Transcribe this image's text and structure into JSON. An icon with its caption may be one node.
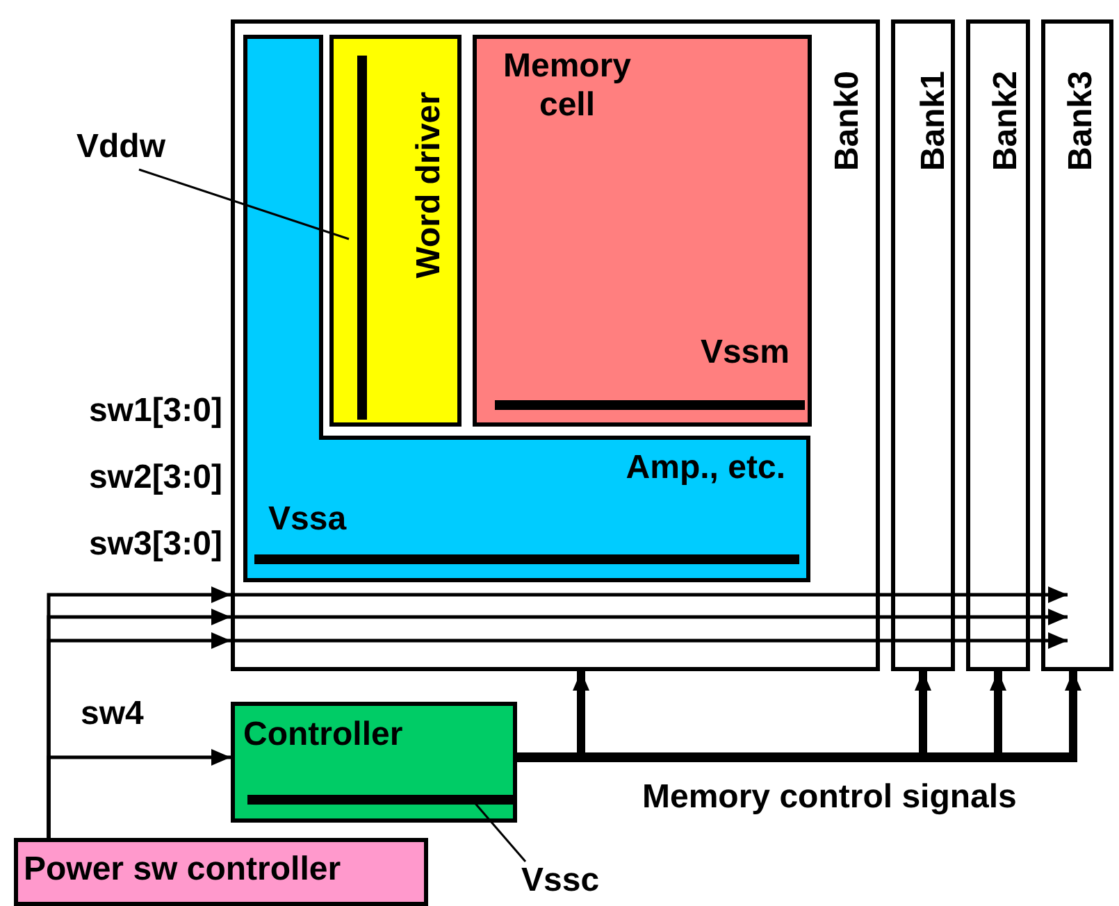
{
  "diagram": {
    "nodes": [
      {
        "text": [
          "Bank0"
        ]
      },
      {
        "text": [
          "Amp., etc.",
          "Vssa"
        ],
        "in": 0
      },
      {
        "text": [
          "Word driver"
        ],
        "in": 0
      },
      {
        "text": [
          "Memory cell",
          "Vssm"
        ],
        "in": 0
      },
      {
        "text": [
          "Bank1"
        ]
      },
      {
        "text": [
          "Bank2"
        ]
      },
      {
        "text": [
          "Bank3"
        ]
      },
      {
        "text": [
          "Controller"
        ]
      },
      {
        "text": [
          "Power sw controller"
        ]
      },
      {
        "text": [
          "Vddw"
        ]
      },
      {
        "text": [],
        "shape": "bar",
        "in": 2
      },
      {
        "text": [
          "Vssc"
        ]
      },
      {
        "text": [],
        "shape": "bar",
        "in": 7
      }
    ],
    "edges": [
      {
        "from": 8,
        "to": 0,
        "arrow": "to"
      },
      {
        "from": 8,
        "to": 0,
        "arrow": "to"
      },
      {
        "from": 8,
        "to": 0,
        "arrow": "to"
      },
      {
        "from": 0,
        "to": 4,
        "arrow": "none"
      },
      {
        "from": 0,
        "to": 4,
        "arrow": "none"
      },
      {
        "from": 0,
        "to": 4,
        "arrow": "none"
      },
      {
        "from": 4,
        "to": 5,
        "arrow": "none"
      },
      {
        "from": 4,
        "to": 5,
        "arrow": "none"
      },
      {
        "from": 4,
        "to": 5,
        "arrow": "none"
      },
      {
        "from": 5,
        "to": 6,
        "arrow": "to"
      },
      {
        "from": 5,
        "to": 6,
        "arrow": "to"
      },
      {
        "from": 5,
        "to": 6,
        "arrow": "to"
      },
      {
        "from": 8,
        "to": 7,
        "arrow": "to",
        "label": "sw4"
      },
      {
        "from": 7,
        "to": 0,
        "arrow": "to",
        "style": "thick"
      },
      {
        "from": 7,
        "to": 4,
        "arrow": "to",
        "style": "thick"
      },
      {
        "from": 7,
        "to": 5,
        "arrow": "to",
        "style": "thick"
      },
      {
        "from": 7,
        "to": 6,
        "arrow": "to",
        "style": "thick"
      },
      {
        "from": 9,
        "to": 10,
        "arrow": "none"
      },
      {
        "from": 11,
        "to": 12,
        "arrow": "none"
      }
    ],
    "labels": [
      "sw1[3:0]",
      "sw2[3:0]",
      "sw3[3:0]",
      "Memory control signals"
    ]
  }
}
